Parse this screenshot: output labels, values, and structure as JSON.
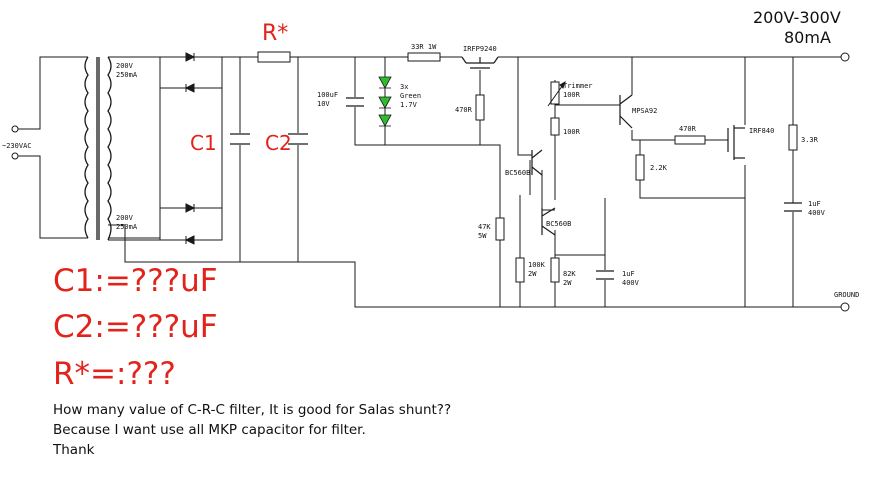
{
  "spec": {
    "voltage": "200V-300V",
    "current": "80mA"
  },
  "labels": {
    "r_star": "R*",
    "c1": "C1",
    "c2": "C2",
    "ac_in": "~230VAC",
    "sec_upper_v": "200V",
    "sec_upper_i": "250mA",
    "sec_lower_v": "200V",
    "sec_lower_i": "250mA",
    "r33": "33R 1W",
    "irfp": "IRFP9240",
    "cap100_v": "100uF",
    "cap100_r": "10V",
    "led_n": "3x",
    "led_c": "Green",
    "led_v": "1.7V",
    "r470a": "470R",
    "trimmer": "Trimmer",
    "trimmer_v": "100R",
    "r100": "100R",
    "mpsa": "MPSA92",
    "r470b": "470R",
    "irf840": "IRF840",
    "r33k": "3.3R",
    "r22k": "2.2K",
    "bc1": "BC560B",
    "bc2": "BC560B",
    "r47k_v": "47K",
    "r47k_w": "5W",
    "r100k_v": "100K",
    "r100k_w": "2W",
    "r82k_v": "82K",
    "r82k_w": "2W",
    "c1uf_a": "1uF",
    "c1uf_a_v": "400V",
    "c1uf_b": "1uF",
    "c1uf_b_v": "400V",
    "ground": "GROUND"
  },
  "questions": {
    "c1": "C1:=???uF",
    "c2": "C2:=???uF",
    "r": "R*=:???"
  },
  "message": [
    "How many value of C-R-C filter, It is good for Salas shunt??",
    "Because I want use all MKP capacitor for filter.",
    "Thank"
  ],
  "colors": {
    "wire": "#1a1a1a",
    "annotation": "#e2231a",
    "led": "#2ebd2e"
  }
}
